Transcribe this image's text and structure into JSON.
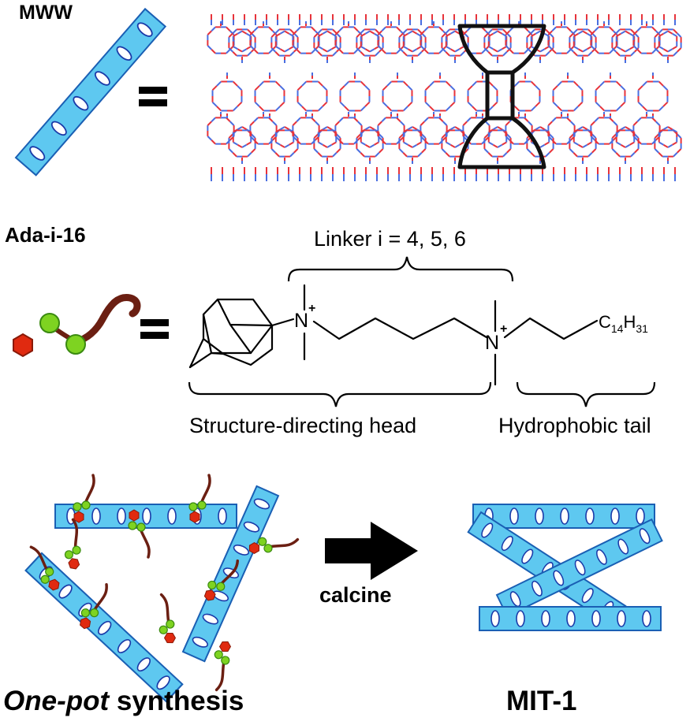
{
  "labels": {
    "mww": "MWW",
    "ada": "Ada-i-16",
    "linker": "Linker i = 4, 5, 6",
    "head": "Structure-directing head",
    "tail": "Hydrophobic tail",
    "calcine": "calcine",
    "onepot_italic": "One-pot",
    "onepot_rest": " synthesis",
    "mit1": "MIT-1",
    "equals": "="
  },
  "molecule": {
    "n_plus_1": "N",
    "n_plus_2": "N",
    "plus": "+",
    "tail_c": "C",
    "tail_c_sub": "14",
    "tail_h": "H",
    "tail_h_sub": "31"
  },
  "colors": {
    "sheet_fill": "#5ec8f0",
    "sheet_stroke": "#1a5fb4",
    "pore_fill": "#ffffff",
    "pore_stroke": "#1a3aa8",
    "framework_red": "#e8333a",
    "framework_blue": "#4a6ee0",
    "tail_brown": "#6b1f12",
    "hex_red": "#e02a10",
    "bead_green": "#7ed321",
    "bead_green_stroke": "#3a8a10",
    "arrow": "#000000"
  }
}
